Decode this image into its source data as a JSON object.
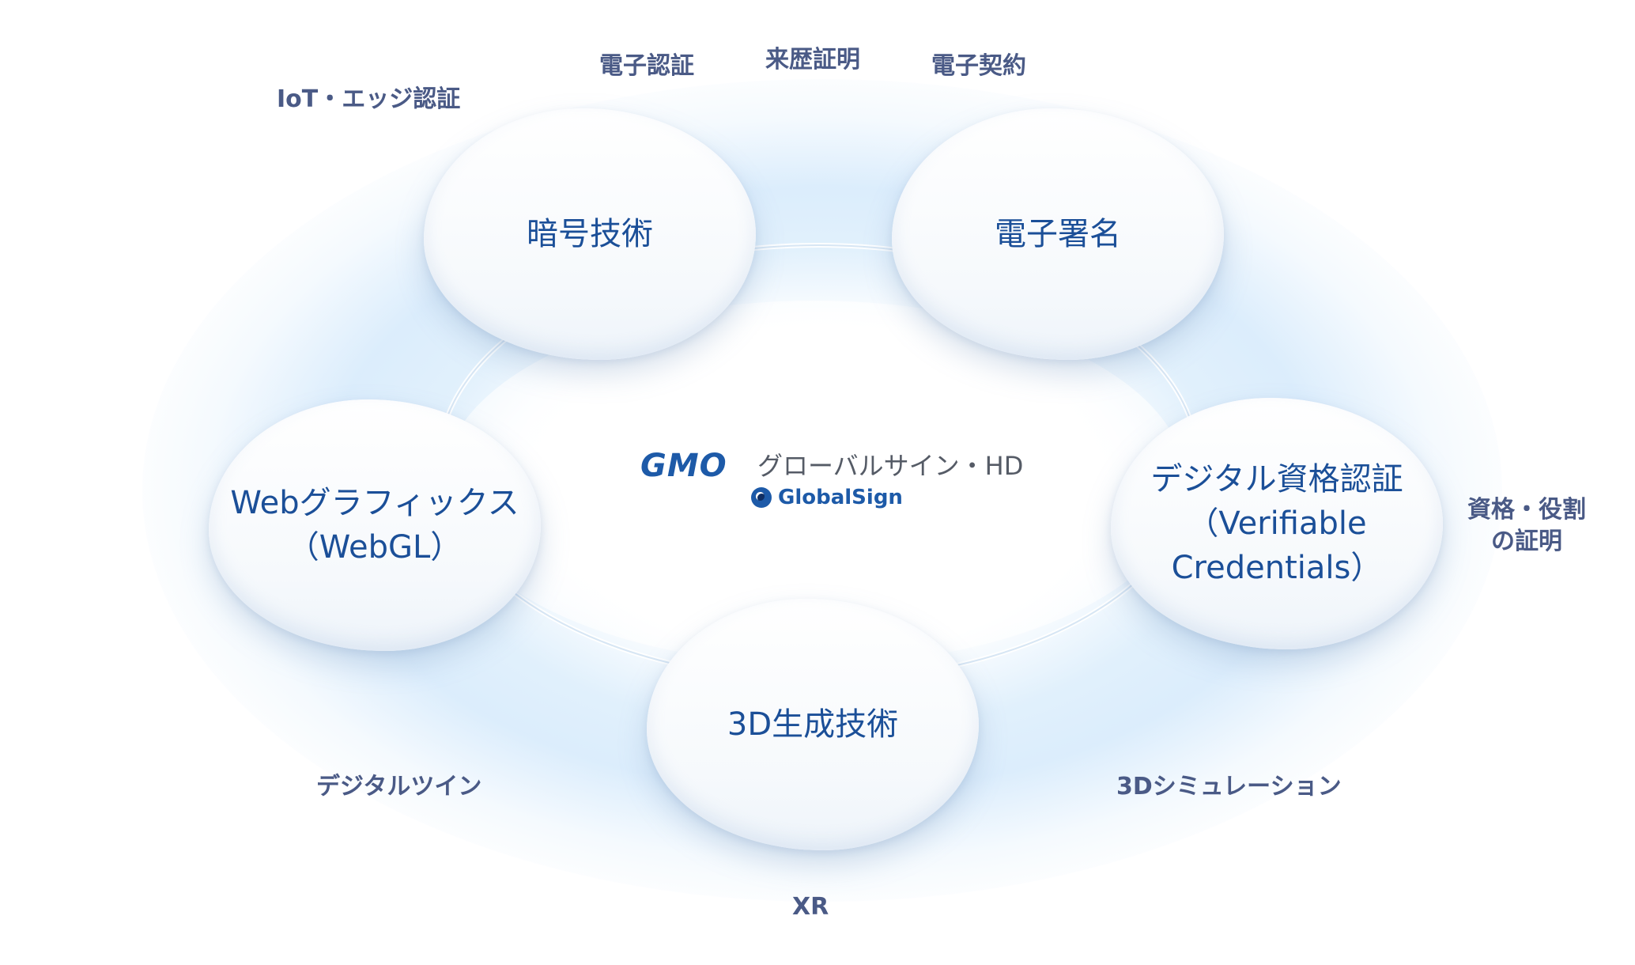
{
  "colors": {
    "bubble_text": "#1b4f98",
    "tag_text": "#4a5a86",
    "glow": "#c8e4fa",
    "ring": "#d7e6f4",
    "logo_blue": "#1d5aa8"
  },
  "logo": {
    "brand": "GMO",
    "company": "グローバルサイン・HD",
    "sub_brand": "GlobalSign",
    "sub_icon": "eye-logo-icon"
  },
  "technologies": [
    {
      "id": "crypto",
      "label": "暗号技術"
    },
    {
      "id": "signature",
      "label": "電子署名"
    },
    {
      "id": "webgl",
      "label": "Webグラフィックス\n（WebGL）"
    },
    {
      "id": "vc",
      "label": "デジタル資格認証\n（Verifiable\nCredentials）"
    },
    {
      "id": "gen3d",
      "label": "3D生成技術"
    }
  ],
  "applications": [
    {
      "id": "iot",
      "label": "IoT・エッジ認証"
    },
    {
      "id": "eauth",
      "label": "電子認証"
    },
    {
      "id": "history",
      "label": "来歴証明"
    },
    {
      "id": "contract",
      "label": "電子契約"
    },
    {
      "id": "qualification",
      "label": "資格・役割\nの証明"
    },
    {
      "id": "twin",
      "label": "デジタルツイン"
    },
    {
      "id": "sim",
      "label": "3Dシミュレーション"
    },
    {
      "id": "xr",
      "label": "XR"
    }
  ]
}
